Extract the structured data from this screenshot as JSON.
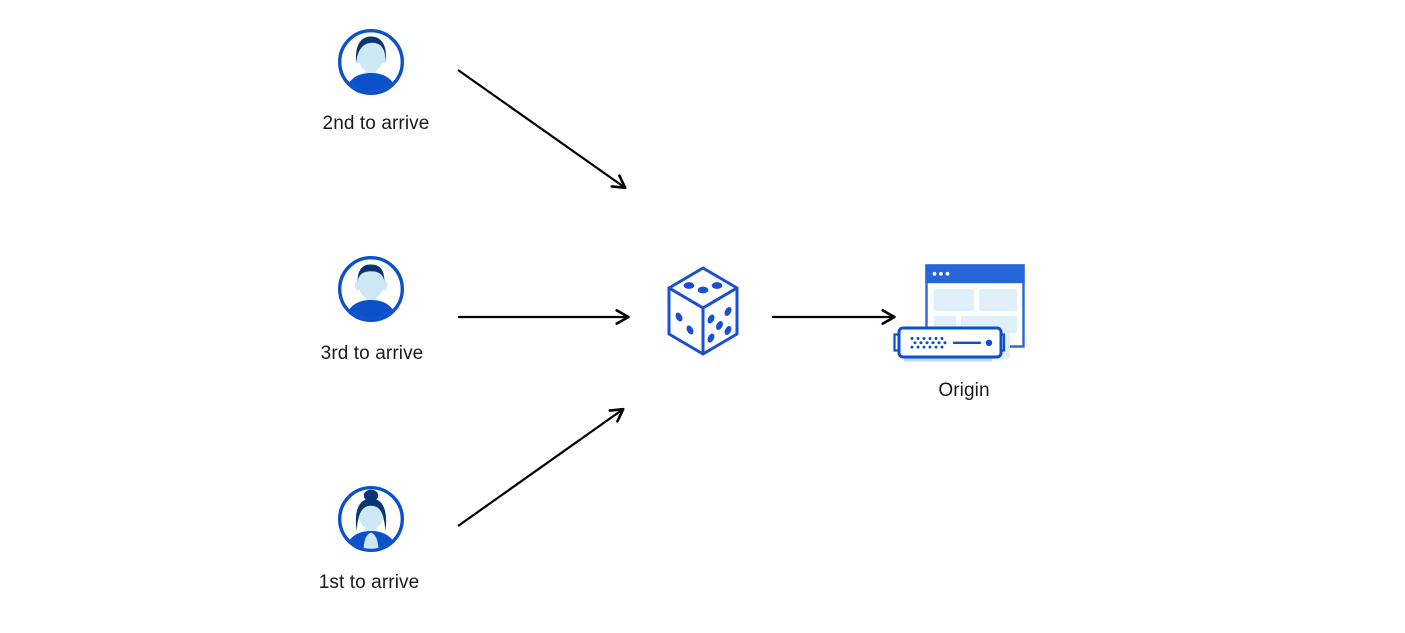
{
  "page": {
    "background": "#ffffff"
  },
  "colors": {
    "primary_blue": "#0B51C9",
    "dice_blue": "#1A4FD0",
    "hair_navy": "#0A3473",
    "skin_light_blue": "#CDE9F8",
    "pale_blue": "#DFF0FA",
    "titlebar_blue": "#2765DA",
    "server_base_blue": "#BDDCF4",
    "arrow_color": "#000000",
    "label_color": "#1A1A1A"
  },
  "diagram": {
    "clients": [
      {
        "label": "2nd to arrive",
        "avatar": "man-swept-hair"
      },
      {
        "label": "3rd to arrive",
        "avatar": "man-short-hair"
      },
      {
        "label": "1st to arrive",
        "avatar": "woman-bun-hair"
      }
    ],
    "selector": {
      "icon": "dice-icon"
    },
    "origin": {
      "label": "Origin",
      "icon": "origin-server-icon"
    }
  }
}
